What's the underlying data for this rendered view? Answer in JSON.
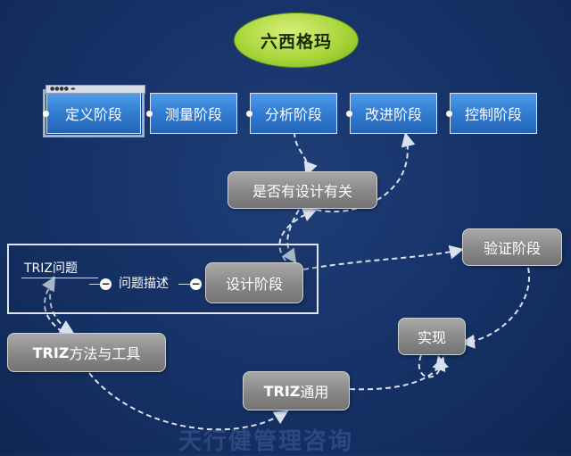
{
  "root": {
    "label": "六西格玛"
  },
  "phases": [
    {
      "label": "定义阶段"
    },
    {
      "label": "测量阶段"
    },
    {
      "label": "分析阶段"
    },
    {
      "label": "改进阶段"
    },
    {
      "label": "控制阶段"
    }
  ],
  "nodes": {
    "related": "是否有设计有关",
    "design": "设计阶段",
    "verify": "验证阶段",
    "realize": "实现",
    "triz_methods_bold": "TRIZ",
    "triz_methods_rest": "方法与工具",
    "triz_general_bold": "TRIZ",
    "triz_general_rest": "通用"
  },
  "panel": {
    "triz_question": "TRIZ问题",
    "problem_description": "问题描述"
  },
  "watermark": "天行健管理咨询",
  "colors": {
    "background": "#17346a",
    "phase_box": "#2f79cf",
    "root_ellipse": "#a9d63a",
    "gray_node": "#8a8a8a",
    "connector": "#d9e2ec"
  }
}
